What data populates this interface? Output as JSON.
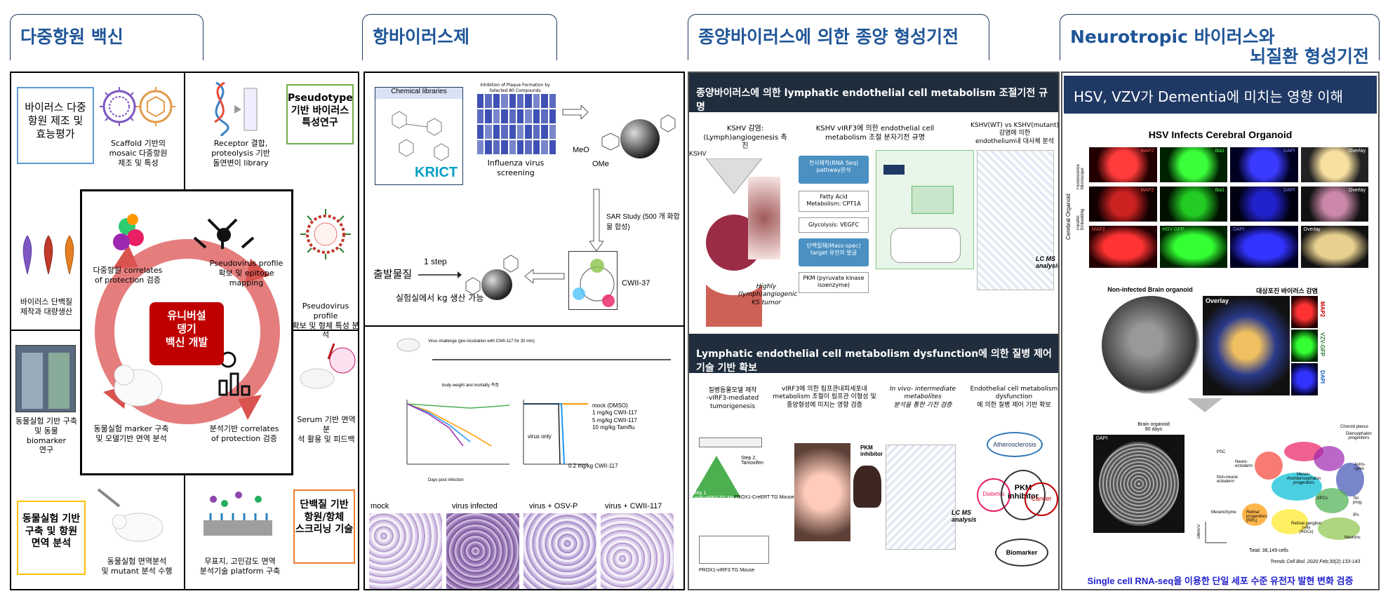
{
  "colors": {
    "tab_text": "#1f5597",
    "tab_border": "#1f3864",
    "box_blue": "#5b9bd5",
    "box_green": "#70ad47",
    "box_orange": "#ed7d31",
    "box_yellow": "#ffc000",
    "cycle_red": "#d9534f",
    "center_red": "#c00000",
    "navy": "#1f2d3d",
    "krict": "#00a0c6"
  },
  "tabs": {
    "vaccine": "다중항원 백신",
    "antiviral": "항바이러스제",
    "oncovirus": "종양바이러스에 의한 종양 형성기전",
    "neuro_line1": "Neurotropic 바이러스와",
    "neuro_line2": "뇌질환 형성기전"
  },
  "vaccine": {
    "box_production": "바이러스 다중\n항원 제조 및\n효능평가",
    "scaffold": "Scaffold 기반의\nmosaic 다중항원\n제조 및 특성",
    "receptor": "Receptor 결합,\nproteolysis 기반\n돌연변이 library",
    "box_pseudotype": "Pseudotype\n기반 바이러스\n특성연구",
    "protein_prod": "바이러스 단백질\n제작과 대량생산",
    "pseudovirus_char": "Pseudovirus profile\n확보 및 형체 특성 분석",
    "animal_biomarker": "동물실험 기반 구축\n및 동물 biomarker\n연구",
    "serum": "Serum 기반 면역 분\n석 활용 및 피드백",
    "box_animal": "동물실험 기반\n구축 및 항원\n면역 분석",
    "immune_analysis": "동물실험 면역분석\n및 mutant 분석 수행",
    "platform": "무표지, 고민감도 면역\n분석기술 platform 구축",
    "box_screening": "단백질 기반\n항원/항체\n스크리닝 기술",
    "center": "유니버설\n뎅기\n백신 개발",
    "cycle_multi": "다중항원 correlates\nof protection 검증",
    "cycle_pseudo": "Pseudovirus profile\n확보 및 epitope\nmapping",
    "cycle_marker": "동물실험 marker 구축\n및 모델기반 면역 분석",
    "cycle_analysis": "분석기반 correlates\nof protection 검증"
  },
  "antiviral": {
    "chem_libraries": "Chemical libraries",
    "krict": "KRICT",
    "screening_title": "Inhibition of Plaque Formation by Selected 80 Compounds",
    "influenza": "Influenza virus screening",
    "meo": "MeO",
    "ome": "OMe",
    "sar": "SAR Study (500 개 화합물 합성)",
    "cwii37": "CWII-37",
    "one_step": "1 step",
    "starting_material": "출발물질",
    "lab_scale": "실험실에서 kg 생산 가능",
    "virus_challenge": "Virus challenge (pre-incubation with CWII-117 for 30 min)",
    "weight_mortality": "body weight and mortality 측정",
    "virus_only": "virus only",
    "dose_02": "0.2 mg/kg CWII-117",
    "legend": [
      "mock (DMSO)",
      "1 mg/kg CWII-117",
      "5 mg/kg CWII-117",
      "10 mg/kg Tamiflu"
    ],
    "days_label": "Days post infection",
    "histo": [
      "mock",
      "virus infected",
      "virus + OSV-P",
      "virus + CWII-117"
    ]
  },
  "oncovirus": {
    "header1": "종양바이러스에 의한  lymphatic endothelial cell metabolism 조절기전 규명",
    "kshv_infection": "KSHV 감염:\n(Lymph)angiogenesis 촉진",
    "vfir3_title": "KSHV vIRF3에 의한 endothelial cell metabolism 조절 분자기전 규명",
    "wt_mutant": "KSHV(WT) vs KSHV(mutant) 감염에 의한\nendothelium내 대사체 분석",
    "kshv_label": "KSHV",
    "flow": [
      "전사체학(RNA Seq)\npathway분석",
      "Fatty Acid\nMetabolism: CPT1A",
      "Glycolysis: VEGFC",
      "단백질체(Mass-spec)\ntarget 유전자 발굴",
      "PKM (pyruvate kinase\nisoenzyme)"
    ],
    "highly": "Highly\n(lymph)angiogenic\nKS tumor",
    "lcms": "LC MS\nanalysis",
    "header2": "Lymphatic endothelial cell metabolism dysfunction에 의한 질병 제어기술 기반 확보",
    "col1": "질병동물모델 제작\n-vIRF3-mediated tumorigenesis",
    "col2": "vIRF3에 의한 림프관내피세포내\nmetabolism 조절이 림프관 이형성 및\n종양형성에 미치는 영향 검증",
    "col3": "In vivo- intermediate metabolites\n분석을 통한 기전 검증",
    "col4": "Endothelial cell metabolism dysfunction\n에 의한 질병 제어 기반 확보",
    "pkm_inhibitor": "PKM\ninhibitor",
    "hub": "PKM\ninhibitor",
    "atherosclerosis": "Atherosclerosis",
    "diabetes": "Diabetes",
    "cancer": "Cancer",
    "biomarker": "Biomarker",
    "step1": "Step 1. \nLoxP-vIRF3 TG Mouse",
    "step2": "Step 2.\nTamoxifen",
    "step2b": "PROX1-CreERT TG Mouse",
    "step3": "PROX1-vIRF3 TG Mouse"
  },
  "neuro": {
    "header": "HSV, VZV가 Dementia에 미치는 영향 이해",
    "hsv_title": "HSV Infects Cerebral Organoid",
    "row_labels": [
      "Fluorescence\nMicroscope",
      "Paraffin\nEmbedding",
      ""
    ],
    "side_label": "Cerebral Organoid",
    "col_labels": [
      "MAP2",
      "Iba1",
      "DAPI",
      "Overlay"
    ],
    "col_labels3": [
      "MAP2",
      "HSV-GFP",
      "DAPI",
      "Overlay"
    ],
    "noninfected": "Non-infected Brain organoid",
    "target_virus": "대상포진 바이러스 감염",
    "overlay": "Overlay",
    "side_markers": [
      "MAP2",
      "VZV-GFP",
      "DAPI"
    ],
    "brain90": "Brain organoid\n90 days",
    "dapi": "DAPI",
    "umap": "UMAP2",
    "clusters": [
      "Choroid plexus",
      "Diencephalon\nprogenitors",
      "Astro-\ncytes",
      "PSC",
      "Neuro-\nectoderm",
      "Non-neural\nectoderm",
      "Mesen-\nrhombencephalon\nprogenitors",
      "OPCs",
      "Tel.\nprog.",
      "Mesenchyme",
      "Retinal\nprogenitors\n(RPs)",
      "Retinal ganglion\ncells\n(RGCs)",
      "IPs",
      "Neurons"
    ],
    "total": "Total: 38,149 cells",
    "citation": "Trends Cell Biol. 2020 Feb;30(2):133-143",
    "footer": "Single cell RNA-seq을 이용한 단일 세포 수준 유전자 발현 변화 검증"
  }
}
